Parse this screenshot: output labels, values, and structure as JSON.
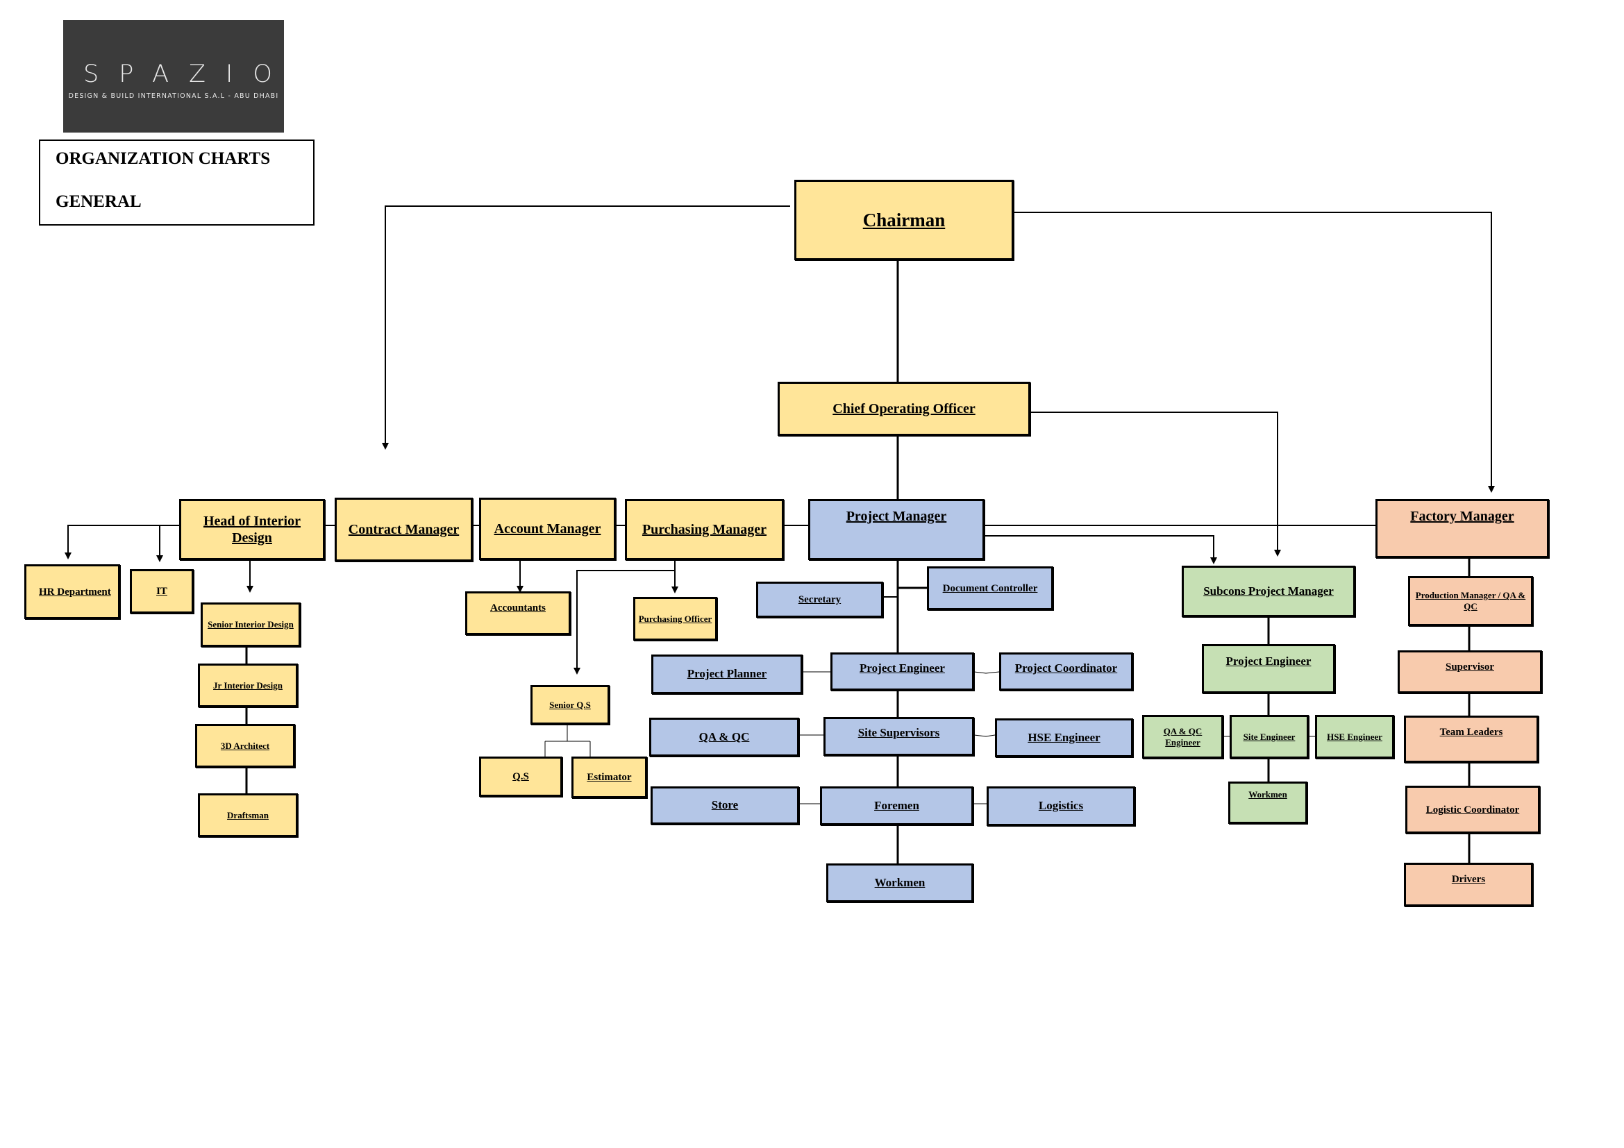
{
  "logo": {
    "name": "SPAZIO",
    "tagline": "DESIGN & BUILD INTERNATIONAL S.A.L - ABU DHABI"
  },
  "title": {
    "line1": "ORGANIZATION CHARTS",
    "line2": "GENERAL"
  },
  "nodes": {
    "chairman": "Chairman",
    "coo": "Chief Operating Officer",
    "head_interior": "Head of Interior Design",
    "contract_manager": "Contract Manager",
    "account_manager": "Account Manager",
    "purchasing_manager": "Purchasing Manager",
    "project_manager": "Project Manager",
    "factory_manager": "Factory Manager",
    "hr": "HR Department",
    "it": "IT",
    "senior_interior": "Senior Interior Design",
    "jr_interior": "Jr Interior Design",
    "architect_3d": "3D Architect",
    "draftsman": "Draftsman",
    "accountants": "Accountants",
    "purchasing_officer": "Purchasing Officer",
    "senior_qs": "Senior Q.S",
    "qs": "Q.S",
    "estimator": "Estimator",
    "secretary": "Secretary",
    "document_controller": "Document Controller",
    "project_planner": "Project Planner",
    "project_engineer": "Project Engineer",
    "project_coordinator": "Project Coordinator",
    "qa_qc": "QA & QC",
    "site_supervisors": "Site Supervisors",
    "hse_engineer": "HSE Engineer",
    "store": "Store",
    "foremen": "Foremen",
    "logistics": "Logistics",
    "workmen": "Workmen",
    "subcons_pm": "Subcons Project Manager",
    "subcons_project_engineer": "Project Engineer",
    "subcons_qa_qc_engineer": "QA & QC Engineer",
    "subcons_site_engineer": "Site Engineer",
    "subcons_hse_engineer": "HSE Engineer",
    "subcons_workmen": "Workmen",
    "production_manager": "Production Manager / QA & QC",
    "supervisor": "Supervisor",
    "team_leaders": "Team Leaders",
    "logistic_coordinator": "Logistic Coordinator",
    "drivers": "Drivers"
  },
  "colors": {
    "management": "#ffe599",
    "project": "#b4c6e7",
    "subcontractors": "#c6e0b4",
    "factory": "#f8cbad"
  }
}
